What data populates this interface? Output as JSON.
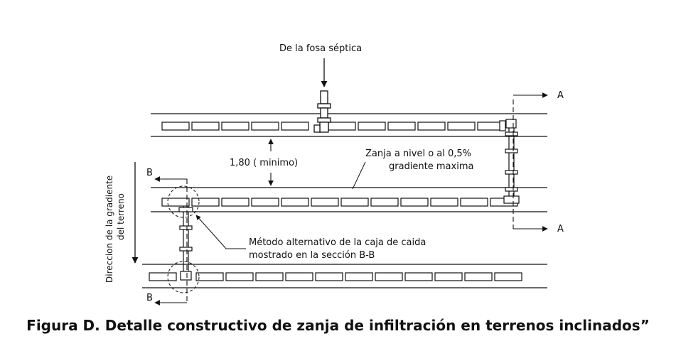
{
  "labels": {
    "source": "De la fosa séptica",
    "spacing": "1,80 ( minimo)",
    "trench_note_line1": "Zanja a nivel o al 0,5%",
    "trench_note_line2": "gradiente maxima",
    "alt_method_line1": "Método alternativo  de la caja de caida",
    "alt_method_line2": "mostrado en la sección B-B",
    "gradient_line1": "Direccion de la gradiente",
    "gradient_line2": "del terreno",
    "section_a_top": "A",
    "section_a_bottom": "A",
    "section_b_top": "B",
    "section_b_bottom": "B"
  },
  "caption": "Figura D. Detalle constructivo de zanja de infiltración en terrenos inclinados”"
}
